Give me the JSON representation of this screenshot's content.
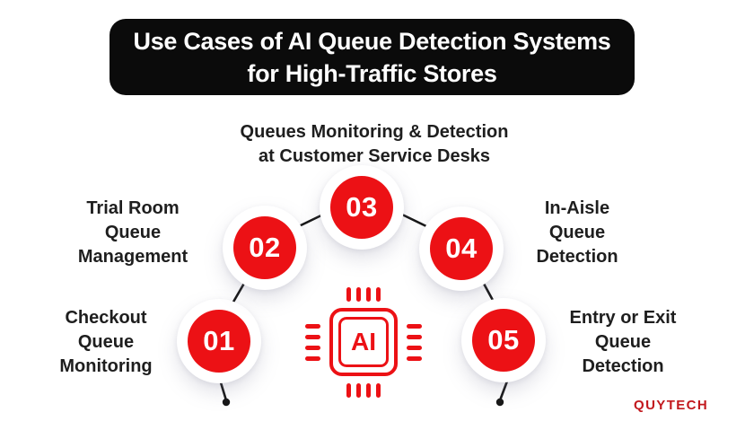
{
  "title": {
    "line1": "Use Cases of AI Queue Detection Systems",
    "line2": "for High-Traffic Stores"
  },
  "steps": [
    {
      "number": "01",
      "label_lines": [
        "Checkout",
        "Queue",
        "Monitoring"
      ]
    },
    {
      "number": "02",
      "label_lines": [
        "Trial Room",
        "Queue",
        "Management"
      ]
    },
    {
      "number": "03",
      "label_lines": [
        "Queues Monitoring & Detection",
        "at Customer Service Desks"
      ]
    },
    {
      "number": "04",
      "label_lines": [
        "In-Aisle",
        "Queue",
        "Detection"
      ]
    },
    {
      "number": "05",
      "label_lines": [
        "Entry or Exit",
        "Queue",
        "Detection"
      ]
    }
  ],
  "center": {
    "icon": "ai-chip-icon",
    "label": "AI"
  },
  "brand": {
    "logo": "QUYTECH"
  },
  "colors": {
    "accent_red": "#EC1115",
    "logo_red": "#C2181D",
    "title_bg": "#0B0B0B",
    "text_dark": "#1E1E1E",
    "connector_black": "#161616",
    "background": "#FFFFFF"
  }
}
